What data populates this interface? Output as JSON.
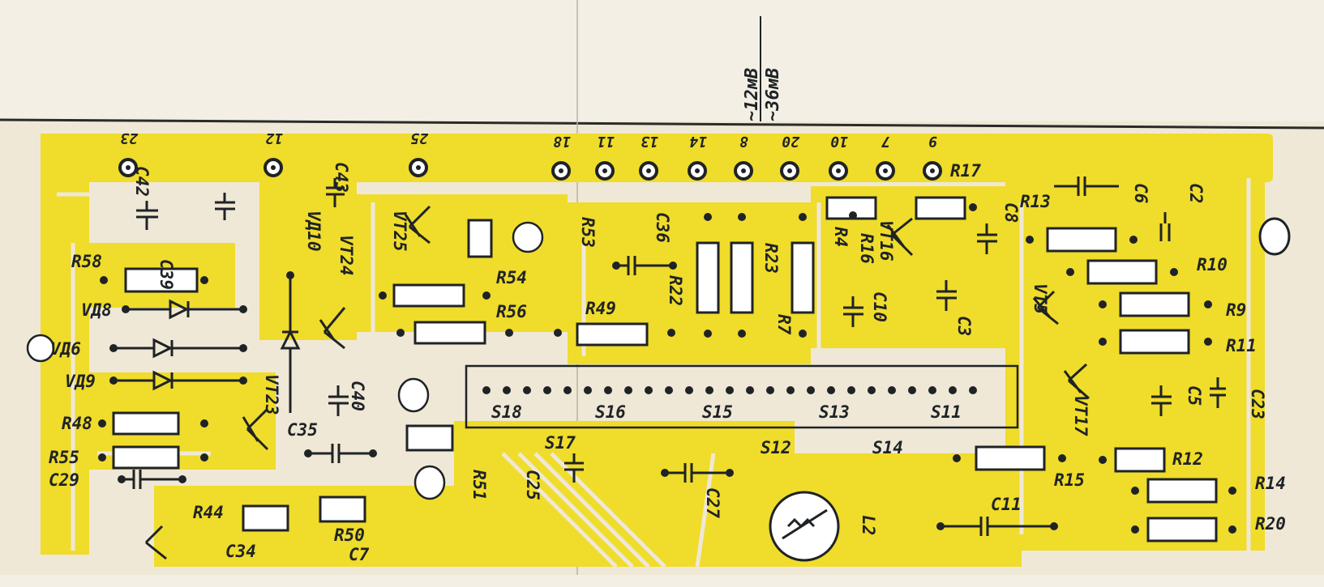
{
  "colors": {
    "paper": "#f3efe4",
    "board": "#efe8d6",
    "copper": "#f0dc2a",
    "ink": "#1f2326"
  },
  "header_note": {
    "line1": "~36мВ",
    "line2": "~12мВ"
  },
  "pin_labels": [
    "23",
    "12",
    "25",
    "18",
    "11",
    "13",
    "14",
    "8",
    "20",
    "10",
    "7",
    "9"
  ],
  "component_labels": {
    "c42": "C42",
    "c43": "C43",
    "c39": "C39",
    "r58": "R58",
    "vd8": "VД8",
    "vd6": "VД6",
    "vd9": "VД9",
    "r48": "R48",
    "r55": "R55",
    "c29": "C29",
    "r44": "R44",
    "c34": "C34",
    "c7": "C7",
    "r50": "R50",
    "vd10": "VД10",
    "vt24": "VT24",
    "vt23": "VT23",
    "c35": "C35",
    "c40": "C40",
    "vt25": "VT25",
    "r54": "R54",
    "r56": "R56",
    "r53": "R53",
    "r49": "R49",
    "r51": "R51",
    "c25": "C25",
    "c27": "C27",
    "c36": "C36",
    "r22": "R22",
    "r23": "R23",
    "r7": "R7",
    "r4": "R4",
    "r16": "R16",
    "vt16": "VT16",
    "c10": "C10",
    "c3": "C3",
    "r17": "R17",
    "r13": "R13",
    "c6": "C6",
    "c2": "C2",
    "c8": "C8",
    "r10": "R10",
    "r9": "R9",
    "r11": "R11",
    "vt5": "VT5",
    "c5": "C5",
    "c23": "C23",
    "vt17": "VT17",
    "r12": "R12",
    "r14": "R14",
    "r20": "R20",
    "r15": "R15",
    "c11": "C11",
    "l2": "L2",
    "s18": "S18",
    "s16": "S16",
    "s15": "S15",
    "s13": "S13",
    "s11": "S11",
    "s17": "S17",
    "s12": "S12",
    "s14": "S14"
  }
}
